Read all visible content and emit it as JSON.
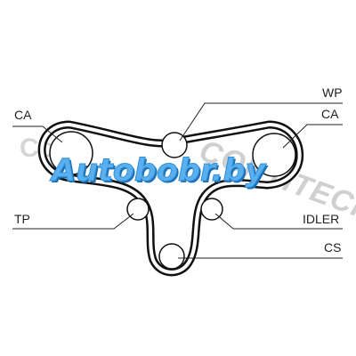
{
  "labels": {
    "wp": "WP",
    "ca_left": "CA",
    "ca_right": "CA",
    "tp": "TP",
    "idler": "IDLER",
    "cs": "CS"
  },
  "watermarks": {
    "site": "Autobobr.by",
    "brand": "CONTITECH",
    "brand_fragment": "Con"
  },
  "colors": {
    "belt": "#111111",
    "leader": "#222222",
    "watermark_site": "#5ab0ee"
  }
}
